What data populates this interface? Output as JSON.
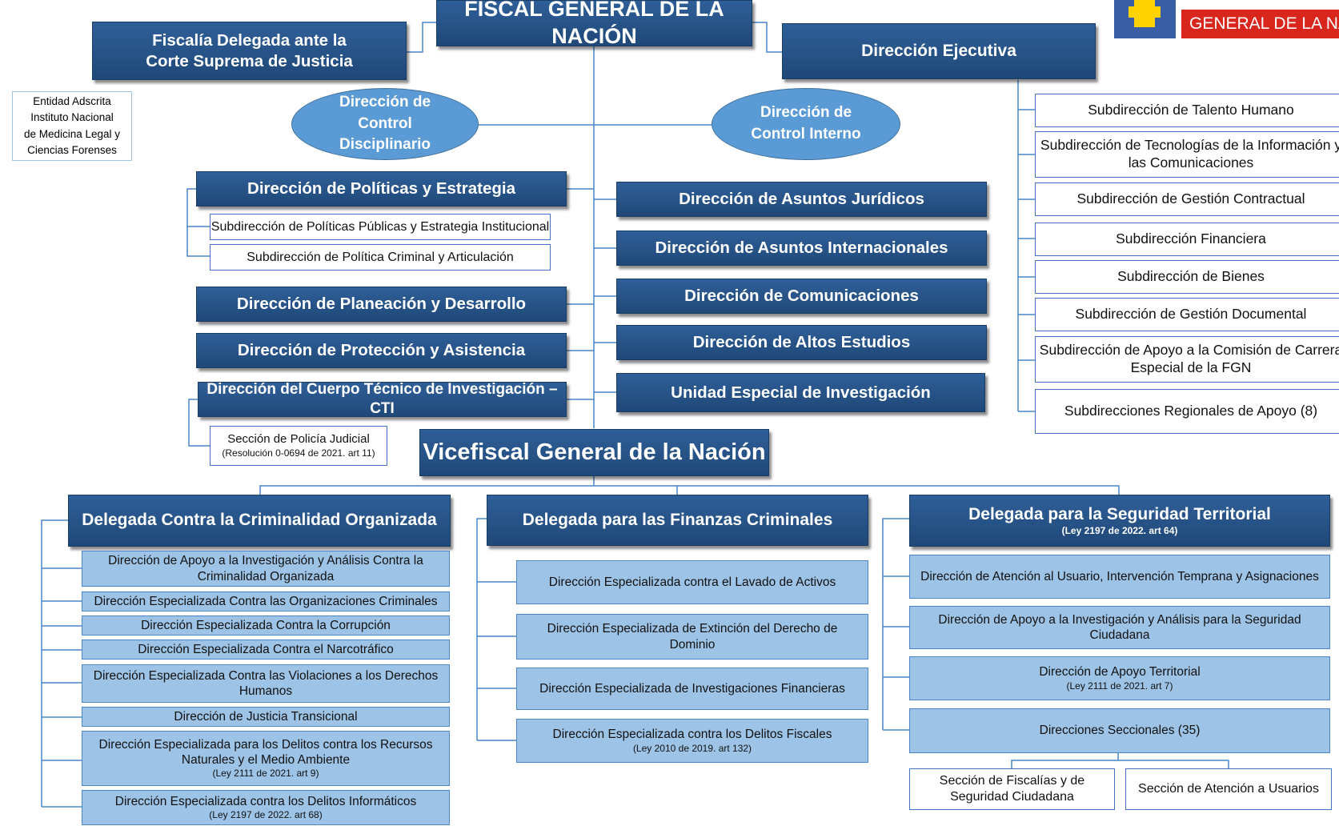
{
  "logo": {
    "text": "GENERAL DE LA NA"
  },
  "top": {
    "fiscal_general": "FISCAL GENERAL DE LA NACIÓN",
    "fiscalia_delegada": [
      "Fiscalía Delegada ante la",
      "Corte Suprema de Justicia"
    ],
    "direccion_ejecutiva": "Dirección Ejecutiva",
    "entidad_adscrita": [
      "Entidad Adscrita",
      "Instituto Nacional",
      "de Medicina Legal y",
      "Ciencias Forenses"
    ],
    "control_disciplinario": [
      "Dirección de",
      "Control",
      "Disciplinario"
    ],
    "control_interno": [
      "Dirección de",
      "Control Interno"
    ]
  },
  "left_directions": {
    "politicas": "Dirección de Políticas y Estrategia",
    "politicas_subs": [
      "Subdirección de Políticas Públicas y Estrategia Institucional",
      "Subdirección de Política Criminal y Articulación"
    ],
    "planeacion": "Dirección de Planeación y Desarrollo",
    "proteccion": "Dirección de Protección y Asistencia",
    "cti": "Dirección del Cuerpo Técnico de Investigación – CTI",
    "policia_judicial": "Sección de Policía Judicial",
    "policia_judicial_ref": "(Resolución 0-0694 de 2021. art 11)"
  },
  "center_directions": [
    "Dirección de Asuntos Jurídicos",
    "Dirección de Asuntos Internacionales",
    "Dirección de Comunicaciones",
    "Dirección de Altos Estudios",
    "Unidad Especial de Investigación"
  ],
  "subdirecciones": [
    [
      "Subdirección de Talento Humano"
    ],
    [
      "Subdirección de Tecnologías de la Información y",
      "las Comunicaciones"
    ],
    [
      "Subdirección de Gestión Contractual"
    ],
    [
      "Subdirección Financiera"
    ],
    [
      "Subdirección de Bienes"
    ],
    [
      "Subdirección de Gestión Documental"
    ],
    [
      "Subdirección de Apoyo a la Comisión de Carrera",
      "Especial de la FGN"
    ],
    [
      "Subdirecciones Regionales de Apoyo (8)"
    ]
  ],
  "vicefiscal": "Vicefiscal General de la Nación",
  "delegadas": {
    "criminalidad": {
      "title": "Delegada Contra la Criminalidad Organizada",
      "items": [
        {
          "lines": [
            "Dirección de Apoyo  a la Investigación y Análisis Contra la",
            "Criminalidad Organizada"
          ],
          "ref": ""
        },
        {
          "lines": [
            "Dirección Especializada Contra las Organizaciones Criminales"
          ],
          "ref": ""
        },
        {
          "lines": [
            "Dirección Especializada Contra la Corrupción"
          ],
          "ref": ""
        },
        {
          "lines": [
            "Dirección Especializada Contra el Narcotráfico"
          ],
          "ref": ""
        },
        {
          "lines": [
            "Dirección Especializada Contra las Violaciones a los Derechos",
            "Humanos"
          ],
          "ref": ""
        },
        {
          "lines": [
            "Dirección de Justicia Transicional"
          ],
          "ref": ""
        },
        {
          "lines": [
            "Dirección Especializada para los Delitos contra los Recursos",
            "Naturales y el Medio Ambiente"
          ],
          "ref": "(Ley 2111 de 2021. art 9)"
        },
        {
          "lines": [
            "Dirección Especializada contra los Delitos Informáticos"
          ],
          "ref": "(Ley 2197 de 2022. art 68)"
        }
      ]
    },
    "finanzas": {
      "title": "Delegada para las Finanzas Criminales",
      "items": [
        {
          "lines": [
            "Dirección Especializada contra el Lavado de Activos"
          ],
          "ref": ""
        },
        {
          "lines": [
            "Dirección Especializada de Extinción del Derecho de",
            "Dominio"
          ],
          "ref": ""
        },
        {
          "lines": [
            "Dirección Especializada de Investigaciones Financieras"
          ],
          "ref": ""
        },
        {
          "lines": [
            "Dirección Especializada contra los Delitos Fiscales"
          ],
          "ref": "(Ley 2010 de 2019. art 132)"
        }
      ]
    },
    "territorial": {
      "title": "Delegada para la Seguridad Territorial",
      "ref": "(Ley 2197 de 2022. art 64)",
      "items": [
        {
          "lines": [
            "Dirección de Atención al Usuario, Intervención Temprana y Asignaciones"
          ],
          "ref": ""
        },
        {
          "lines": [
            "Dirección de Apoyo a la Investigación y Análisis para la Seguridad",
            "Ciudadana"
          ],
          "ref": ""
        },
        {
          "lines": [
            "Dirección de Apoyo Territorial"
          ],
          "ref": "(Ley 2111 de 2021. art 7)"
        },
        {
          "lines": [
            "Direcciones Seccionales (35)"
          ],
          "ref": ""
        }
      ],
      "secciones": [
        [
          "Sección de Fiscalías y de",
          "Seguridad Ciudadana"
        ],
        [
          "Sección de Atención a Usuarios"
        ]
      ]
    }
  }
}
